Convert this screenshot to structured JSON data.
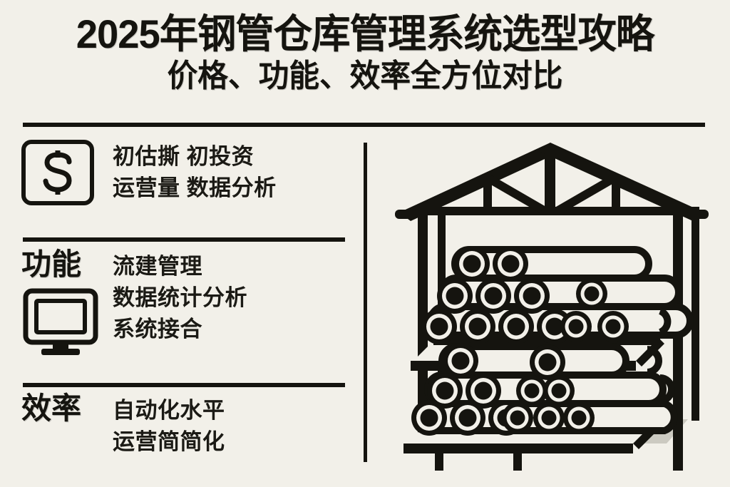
{
  "background_color": "#f2f0e9",
  "ink_color": "#15140f",
  "header": {
    "title": "2025年钢管仓库管理系统选型攻略",
    "subtitle": "价格、功能、效率全方位对比"
  },
  "sections": [
    {
      "id": "price",
      "icon": "dollar-badge-icon",
      "category_label": "",
      "lines": [
        "初估撕 初投资",
        "运营量 数据分析"
      ]
    },
    {
      "id": "function",
      "icon": "monitor-icon",
      "category_label": "功能",
      "lines": [
        "流建管理",
        "数据统计分析",
        "系统接合"
      ]
    },
    {
      "id": "efficiency",
      "icon": "",
      "category_label": "效率",
      "lines": [
        "自动化水平",
        "运营简简化"
      ]
    }
  ],
  "illustration": {
    "name": "steel-pipe-warehouse-illustration",
    "description": "钢管仓库货架",
    "floor_shadow_color": "#c9c7bf"
  }
}
